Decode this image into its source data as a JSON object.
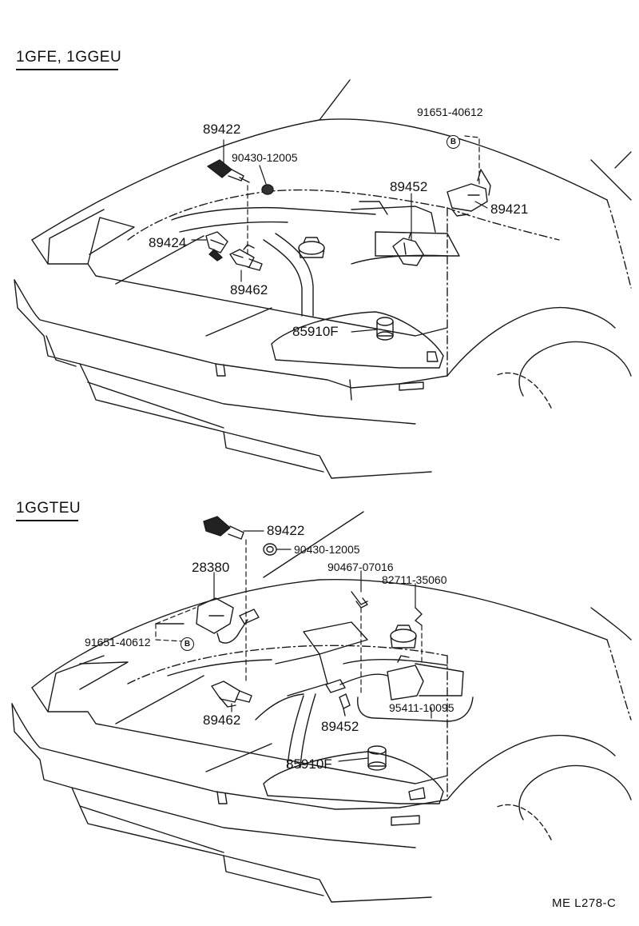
{
  "sections": [
    {
      "title": "1GFE, 1GGEU"
    },
    {
      "title": "1GGTEU"
    }
  ],
  "marker": "B",
  "upper_labels": {
    "p89422": "89422",
    "p90430": "90430-12005",
    "p91651": "91651-40612",
    "p89452": "89452",
    "p89421": "89421",
    "p89424": "89424",
    "p89462": "89462",
    "p85910F": "85910F"
  },
  "lower_labels": {
    "p89422": "89422",
    "p90430": "90430-12005",
    "p28380": "28380",
    "p90467": "90467-07016",
    "p82711": "82711-35060",
    "p91651": "91651-40612",
    "p89462": "89462",
    "p95411": "95411-10095",
    "p89452": "89452",
    "p85910F": "85910F"
  },
  "diagram_code": "ME  L278-C"
}
